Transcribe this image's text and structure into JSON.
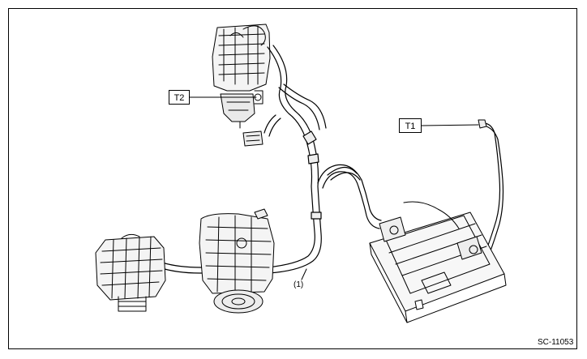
{
  "callouts": {
    "t1": "T1",
    "t2": "T2",
    "harness": "(1)"
  },
  "figure_code": "SC-11053"
}
